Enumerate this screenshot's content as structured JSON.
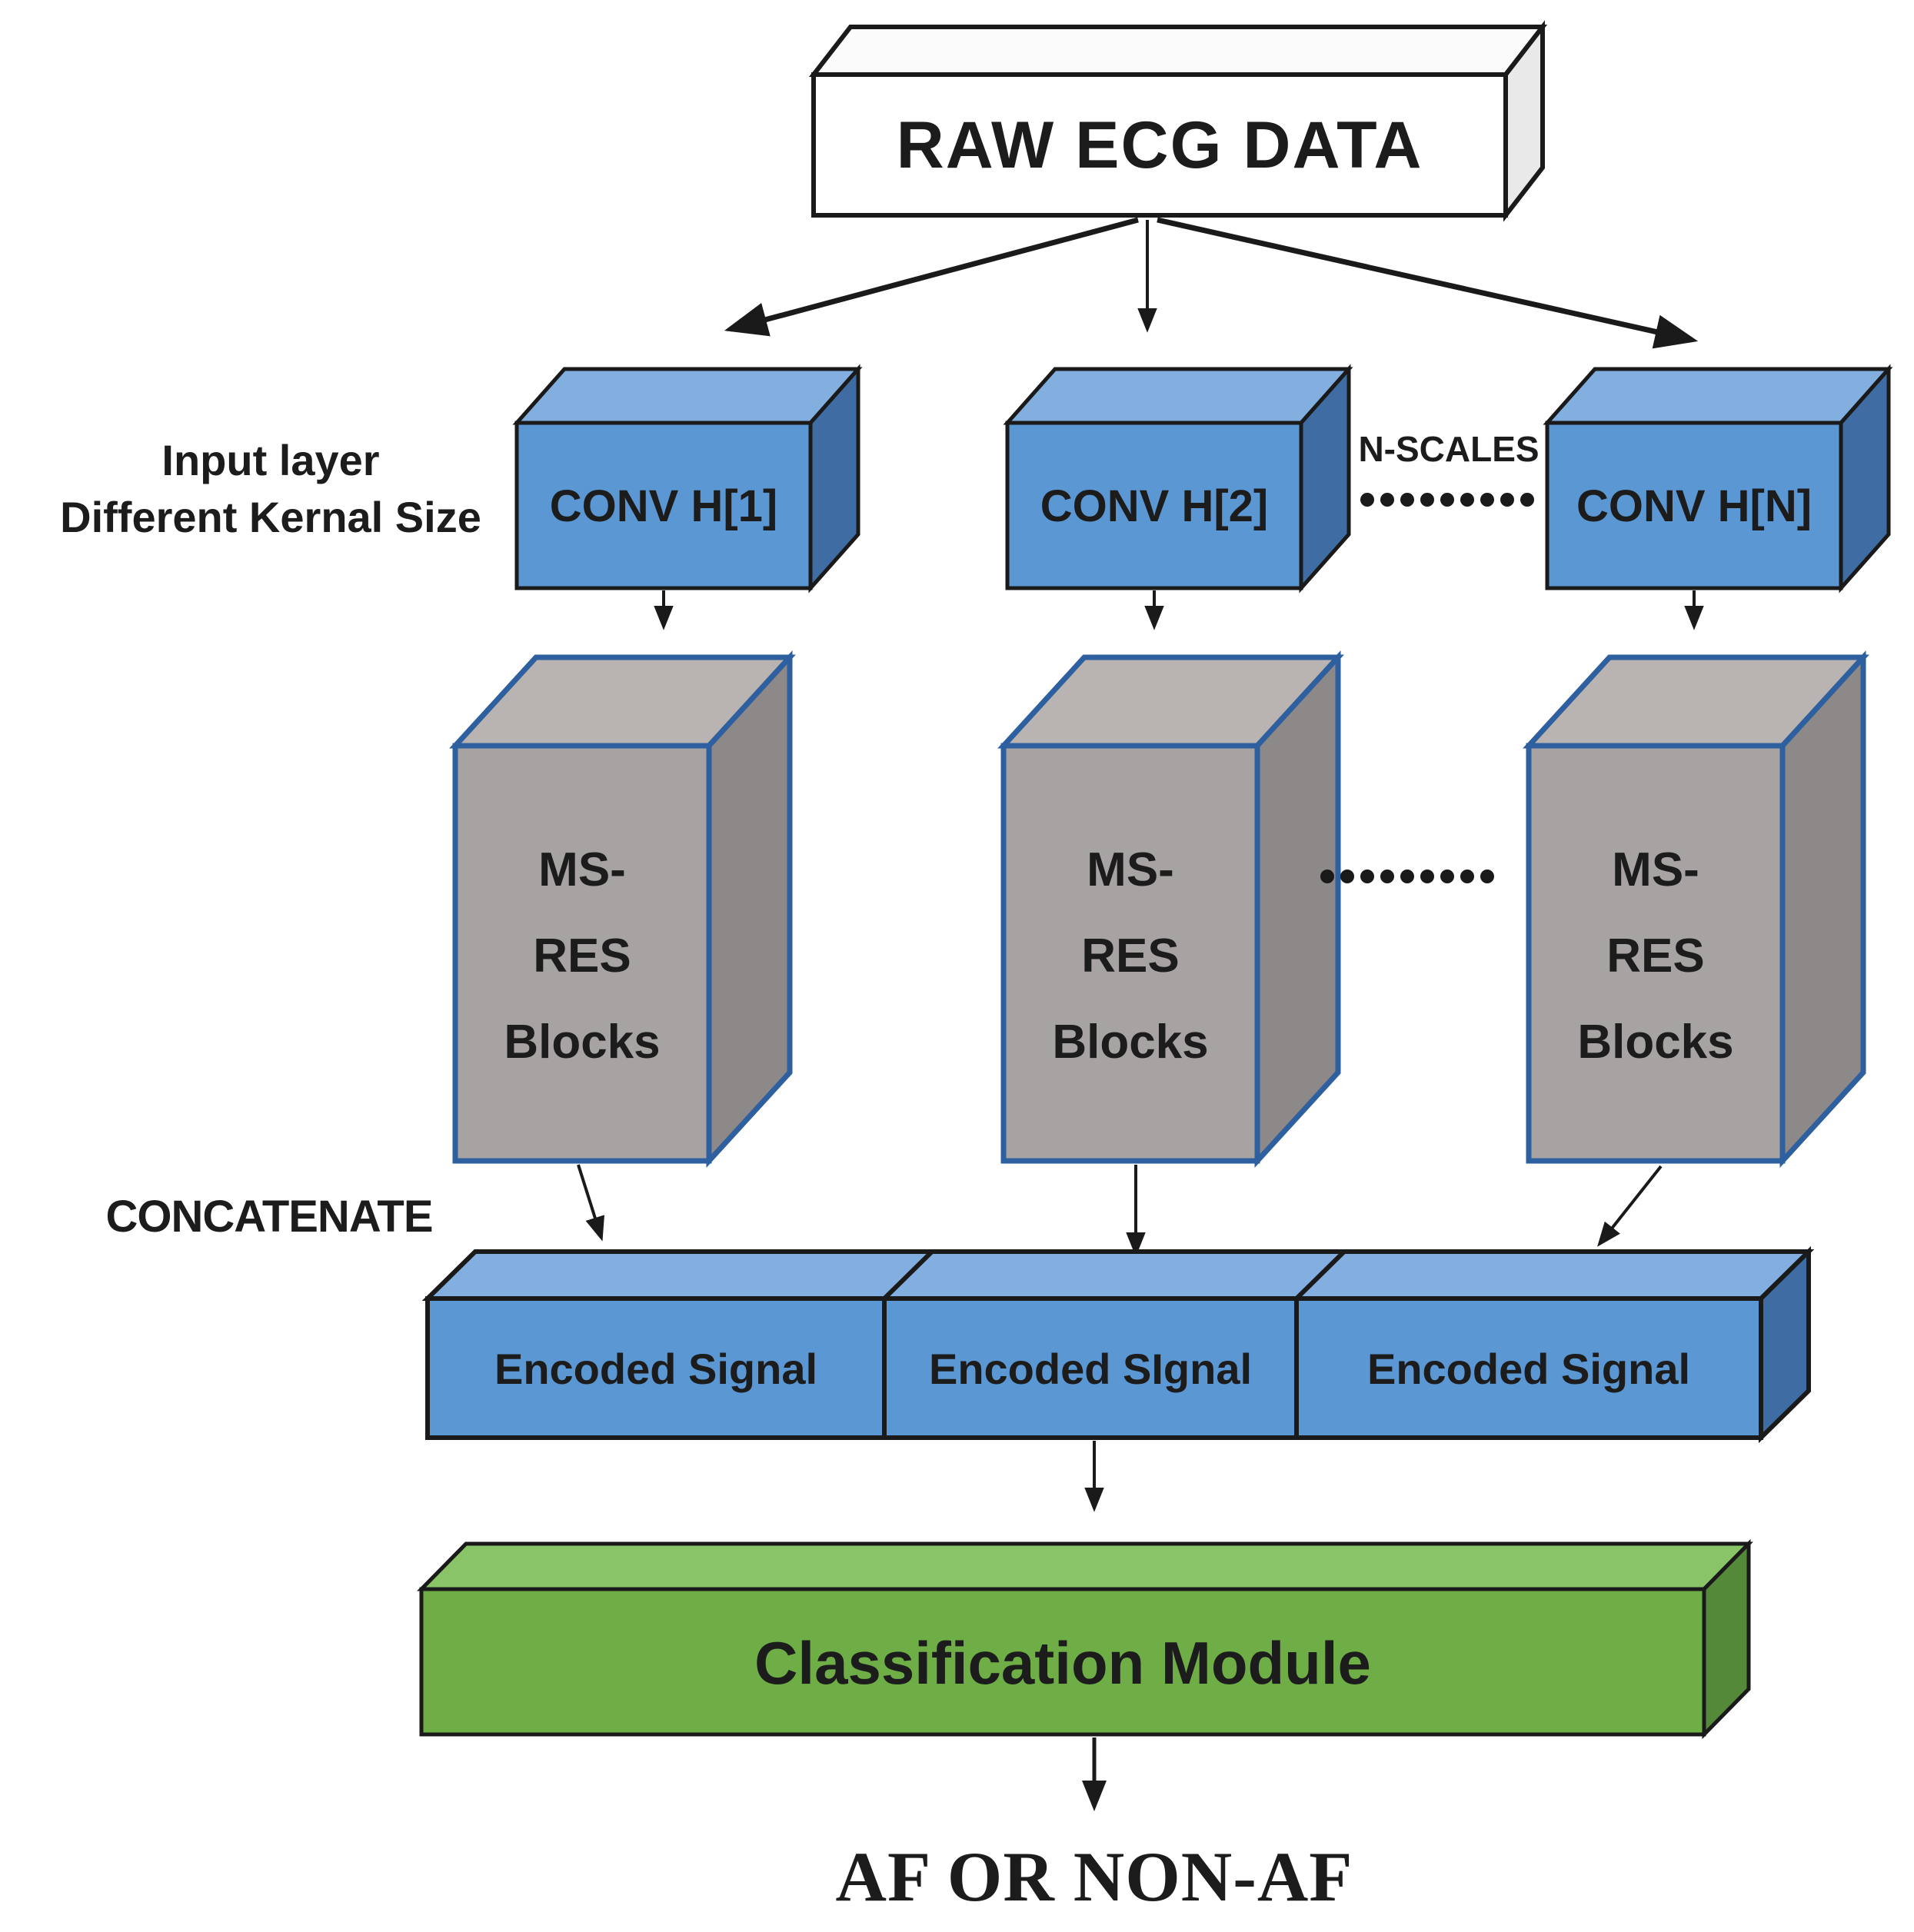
{
  "diagram": {
    "source_box": {
      "label": "RAW ECG DATA"
    },
    "input_annotation": {
      "line1": "Input layer",
      "line2": "Different Kernal Size"
    },
    "scales_annotation": {
      "label": "N-SCALES"
    },
    "conv_layer": {
      "boxes": [
        {
          "label": "CONV H[1]"
        },
        {
          "label": "CONV H[2]"
        },
        {
          "label": "CONV H[N]"
        }
      ]
    },
    "msres_layer": {
      "block_lines": [
        "MS-",
        "RES",
        "Blocks"
      ]
    },
    "concatenate_annotation": {
      "label": "CONCATENATE"
    },
    "encoded_bar": {
      "segments": [
        {
          "label": "Encoded Signal"
        },
        {
          "label": "Encoded SIgnal"
        },
        {
          "label": "Encoded Signal"
        }
      ]
    },
    "classification_box": {
      "label": "Classification Module"
    },
    "output": {
      "label": "AF OR NON-AF"
    },
    "colors": {
      "blue_front": "#5b97d3",
      "blue_top": "#82afdf",
      "blue_side": "#3e6ca3",
      "gray_front": "#a8a3a3",
      "gray_top": "#b9b4b2",
      "gray_side": "#8e8989",
      "gray_border": "#2e5f9e",
      "green_front": "#6fae46",
      "green_top": "#8ac468",
      "green_side": "#55893a",
      "white_front": "#ffffff",
      "white_top": "#fbfbfb",
      "white_side": "#e9e9e9",
      "ink": "#1a1a1a"
    }
  }
}
